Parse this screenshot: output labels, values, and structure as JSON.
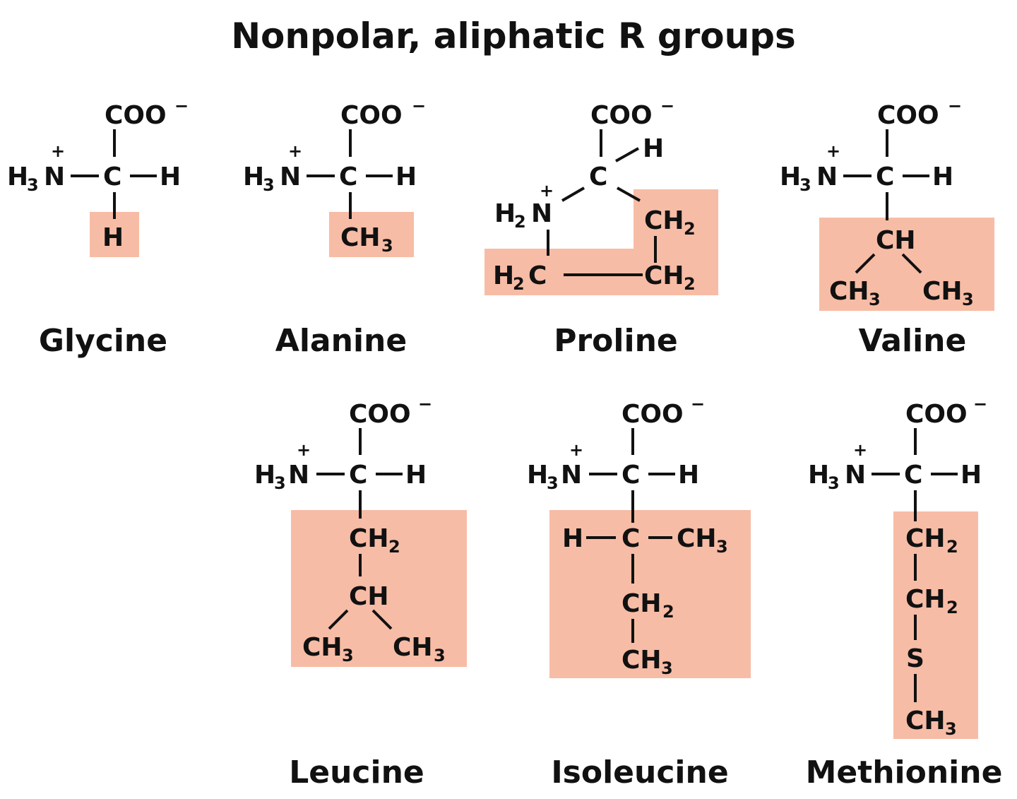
{
  "title": "Nonpolar, aliphatic R groups",
  "highlight_color": "#f7bca6",
  "common": {
    "carboxylate": "COO",
    "carboxylate_charge": "−",
    "amino_H": "H",
    "amino_N": "N",
    "amino_charge": "+",
    "alpha_C": "C",
    "alpha_H": "H"
  },
  "amino_acids": [
    {
      "name": "Glycine",
      "r_group": "H"
    },
    {
      "name": "Alanine",
      "r_group": "CH3"
    },
    {
      "name": "Proline",
      "r_group": "cyclic: CH2–CH2–CH2 (ring to N)"
    },
    {
      "name": "Valine",
      "r_group": "CH(CH3)2"
    },
    {
      "name": "Leucine",
      "r_group": "CH2–CH(CH3)2"
    },
    {
      "name": "Isoleucine",
      "r_group": "CH(CH3)–CH2–CH3"
    },
    {
      "name": "Methionine",
      "r_group": "CH2–CH2–S–CH3"
    }
  ],
  "labels": {
    "H": "H",
    "C": "C",
    "CH": "CH",
    "CH2_main": "CH",
    "CH3_main": "CH",
    "sub2": "2",
    "sub3": "3",
    "S": "S",
    "H2C_H": "H",
    "H2N_H": "H"
  }
}
